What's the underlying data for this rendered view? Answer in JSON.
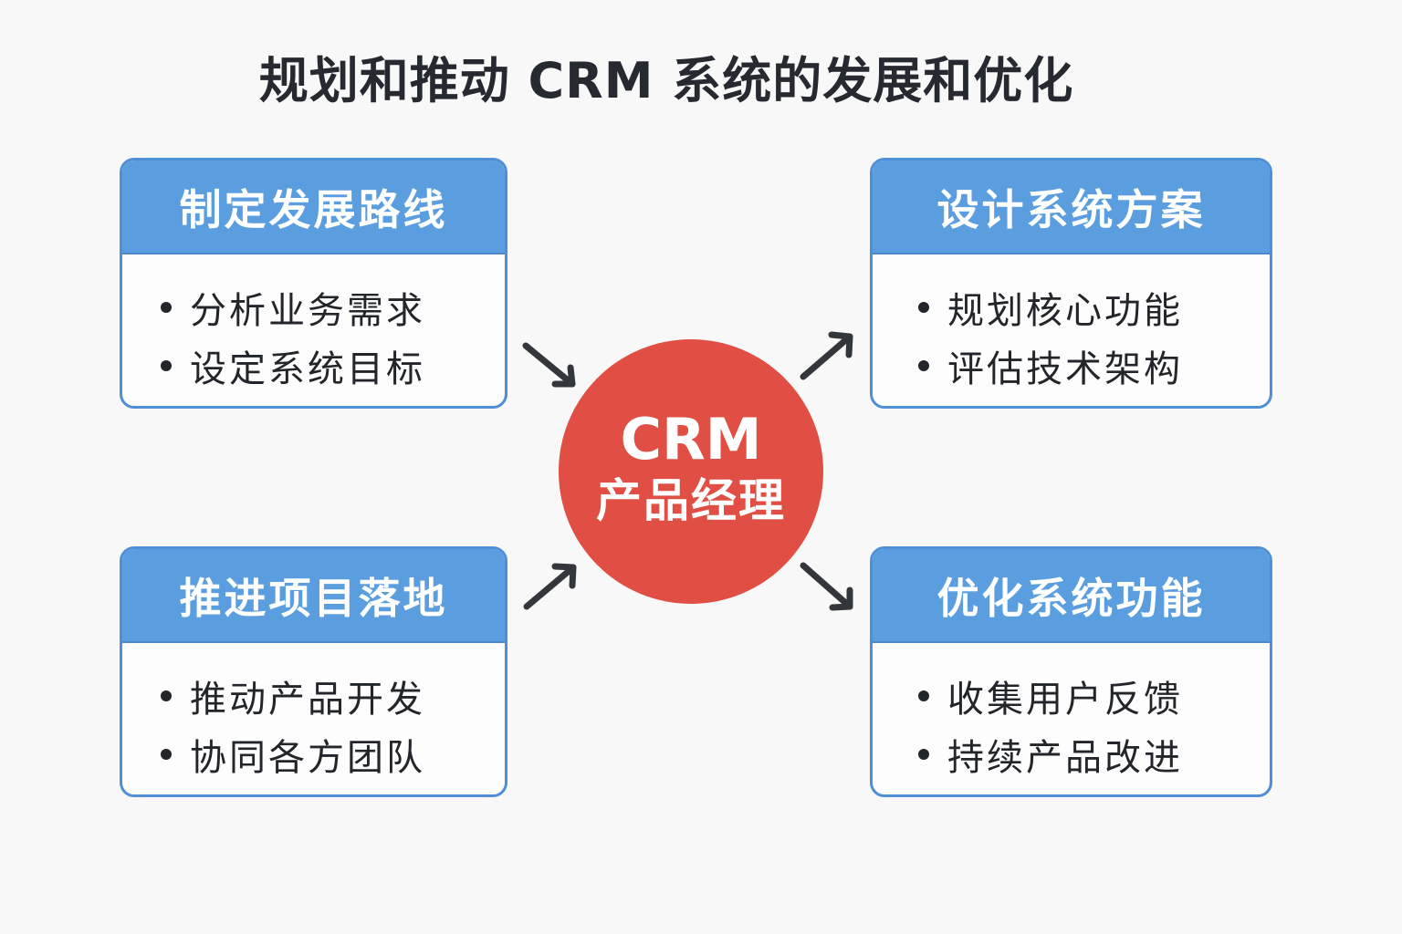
{
  "title": "规划和推动 CRM 系统的发展和优化",
  "center": {
    "line1": "CRM",
    "line2": "产品经理",
    "color": "#e04e44"
  },
  "colors": {
    "card_header": "#5b9ee0",
    "card_border": "#4f8fd6",
    "arrow": "#33363b",
    "text": "#22252a"
  },
  "cards": [
    {
      "position": "top-left",
      "header": "制定发展路线",
      "items": [
        "分析业务需求",
        "设定系统目标"
      ],
      "arrow_direction": "toward-center"
    },
    {
      "position": "top-right",
      "header": "设计系统方案",
      "items": [
        "规划核心功能",
        "评估技术架构"
      ],
      "arrow_direction": "from-center"
    },
    {
      "position": "bottom-left",
      "header": "推进项目落地",
      "items": [
        "推动产品开发",
        "协同各方团队"
      ],
      "arrow_direction": "toward-center"
    },
    {
      "position": "bottom-right",
      "header": "优化系统功能",
      "items": [
        "收集用户反馈",
        "持续产品改进"
      ],
      "arrow_direction": "from-center"
    }
  ]
}
